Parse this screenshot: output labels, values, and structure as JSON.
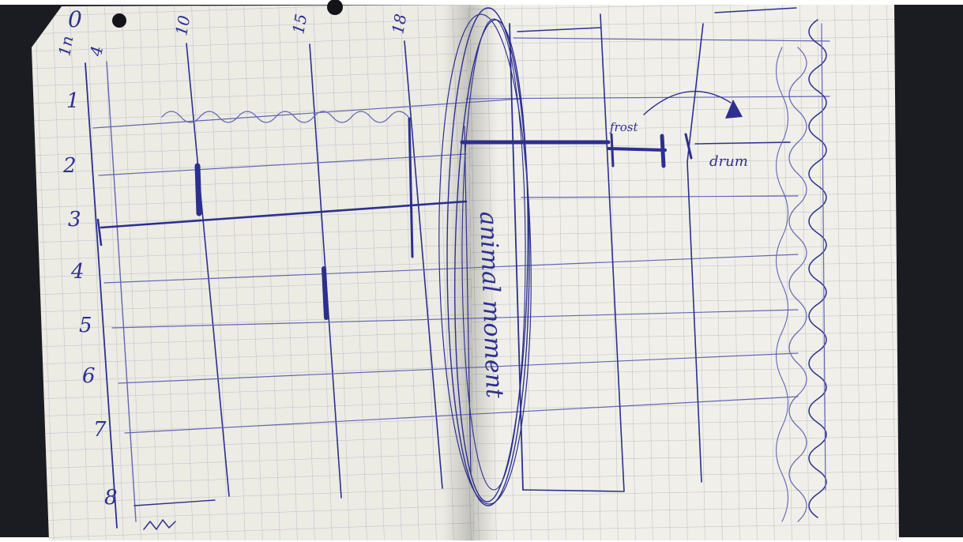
{
  "photo": {
    "colors": {
      "backdrop": "#1b1c22",
      "paper": "#ecebe4",
      "grid": "#bdbec8",
      "ink": "#2d2f8e",
      "ink_light": "#6466b0"
    }
  },
  "sketch": {
    "top_labels": [
      "1n",
      "4",
      "10",
      "15",
      "18"
    ],
    "row_labels": [
      "1",
      "2",
      "3",
      "4",
      "5",
      "6",
      "7",
      "8"
    ],
    "page_corner_mark": "0",
    "vertical_annotation": "animal moment",
    "box_label_top": "frost",
    "box_label_right": "drum"
  }
}
